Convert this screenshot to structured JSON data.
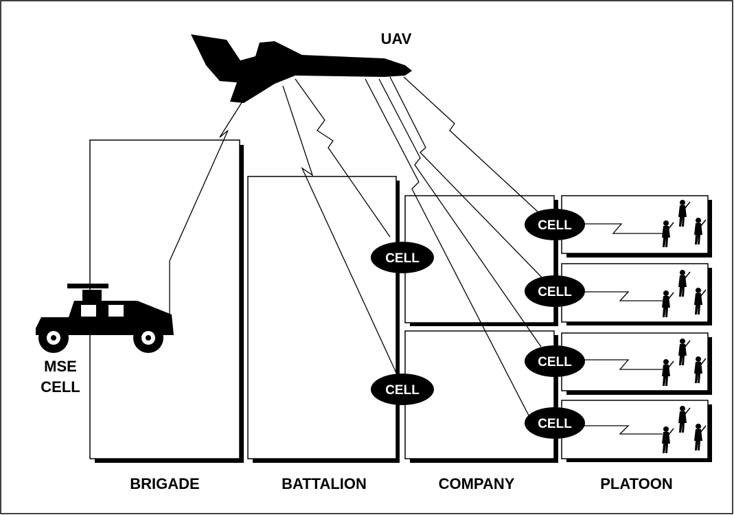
{
  "uav_label": "UAV",
  "vehicle_label": [
    "MSE",
    "CELL"
  ],
  "echelons": {
    "brigade": "BRIGADE",
    "battalion": "BATTALION",
    "company": "COMPANY",
    "platoon": "PLATOON"
  },
  "cell_label": "CELL",
  "colors": {
    "ink": "#000000",
    "panel": "#ffffff",
    "shadow": "#000000"
  }
}
